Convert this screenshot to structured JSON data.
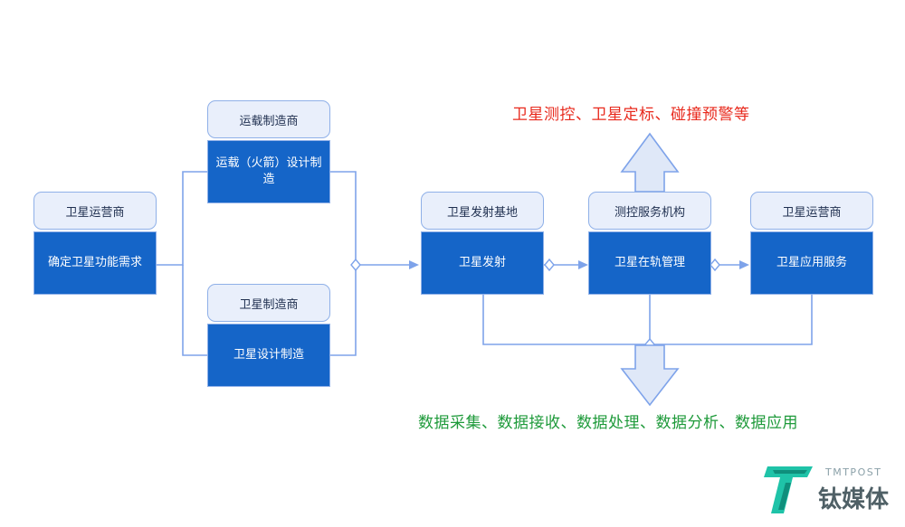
{
  "boxes": {
    "operator_left": {
      "head": "卫星运营商",
      "body": "确定卫星功能需求"
    },
    "rocket_maker": {
      "head": "运载制造商",
      "body": "运载（火箭）设计制造"
    },
    "satellite_maker": {
      "head": "卫星制造商",
      "body": "卫星设计制造"
    },
    "launch_base": {
      "head": "卫星发射基地",
      "body": "卫星发射"
    },
    "tt_c": {
      "head": "测控服务机构",
      "body": "卫星在轨管理"
    },
    "operator_right": {
      "head": "卫星运营商",
      "body": "卫星应用服务"
    }
  },
  "notes": {
    "top": "卫星测控、卫星定标、碰撞预警等",
    "bottom": "数据采集、数据接收、数据处理、数据分析、数据应用"
  },
  "logo": {
    "latin": "TMTPOST",
    "chinese": "钛媒体"
  },
  "colors": {
    "box_fill": "#1565c8",
    "header_fill": "#e9effb",
    "line": "#7ea3ea",
    "arrow_fill": "#dfe8f8",
    "note_top": "#e8291c",
    "note_bottom": "#1e9a3a"
  }
}
